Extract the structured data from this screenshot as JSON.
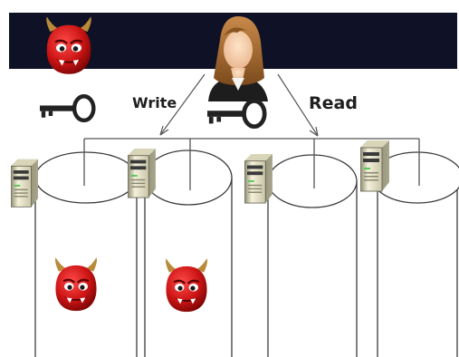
{
  "labels": {
    "write": "Write",
    "read": "Read"
  },
  "header": {
    "text": ""
  },
  "icons": {
    "attacker": "devil-icon",
    "user": "user-icon",
    "key": "key-icon",
    "server": "server-icon",
    "cylinder": "storage-cylinder"
  },
  "colors": {
    "header_background": "#0f1127",
    "devil_red": "#cc1414",
    "line": "#555555",
    "key": "#222222",
    "server_body": "#e8e4c8"
  },
  "storage_nodes": [
    {
      "compromised": true
    },
    {
      "compromised": true
    },
    {
      "compromised": false
    },
    {
      "compromised": false
    }
  ]
}
